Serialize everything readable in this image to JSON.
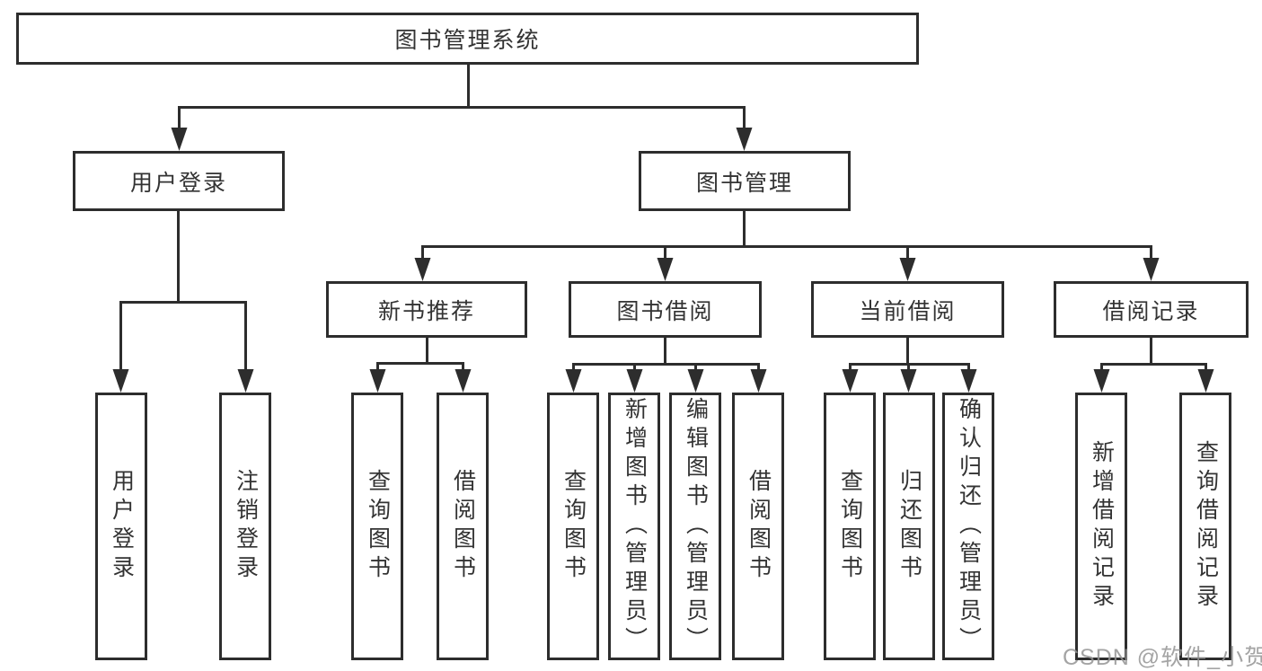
{
  "root": {
    "label": "图书管理系统"
  },
  "level2": [
    {
      "id": "user-login",
      "label": "用户登录"
    },
    {
      "id": "book-management",
      "label": "图书管理"
    }
  ],
  "level3": [
    {
      "id": "new-book-recommend",
      "parent": "book-management",
      "label": "新书推荐"
    },
    {
      "id": "book-borrowing",
      "parent": "book-management",
      "label": "图书借阅"
    },
    {
      "id": "current-borrowing",
      "parent": "book-management",
      "label": "当前借阅"
    },
    {
      "id": "borrowing-records",
      "parent": "book-management",
      "label": "借阅记录"
    }
  ],
  "leaves": [
    {
      "parent": "user-login",
      "label": "用户登录"
    },
    {
      "parent": "user-login",
      "label": "注销登录"
    },
    {
      "parent": "new-book-recommend",
      "label": "查询图书"
    },
    {
      "parent": "new-book-recommend",
      "label": "借阅图书"
    },
    {
      "parent": "book-borrowing",
      "label": "查询图书"
    },
    {
      "parent": "book-borrowing",
      "label": "新增图书（管理员）"
    },
    {
      "parent": "book-borrowing",
      "label": "编辑图书（管理员）"
    },
    {
      "parent": "book-borrowing",
      "label": "借阅图书"
    },
    {
      "parent": "current-borrowing",
      "label": "查询图书"
    },
    {
      "parent": "current-borrowing",
      "label": "归还图书"
    },
    {
      "parent": "current-borrowing",
      "label": "确认归还（管理员）"
    },
    {
      "parent": "borrowing-records",
      "label": "新增借阅记录"
    },
    {
      "parent": "borrowing-records",
      "label": "查询借阅记录"
    }
  ],
  "watermark": {
    "text": "CSDN @软件_小贺同学"
  },
  "colors": {
    "line": "#2d2d2d",
    "box_border": "#2d2d2d",
    "text": "#333333",
    "background": "#ffffff",
    "watermark": "#949494"
  }
}
